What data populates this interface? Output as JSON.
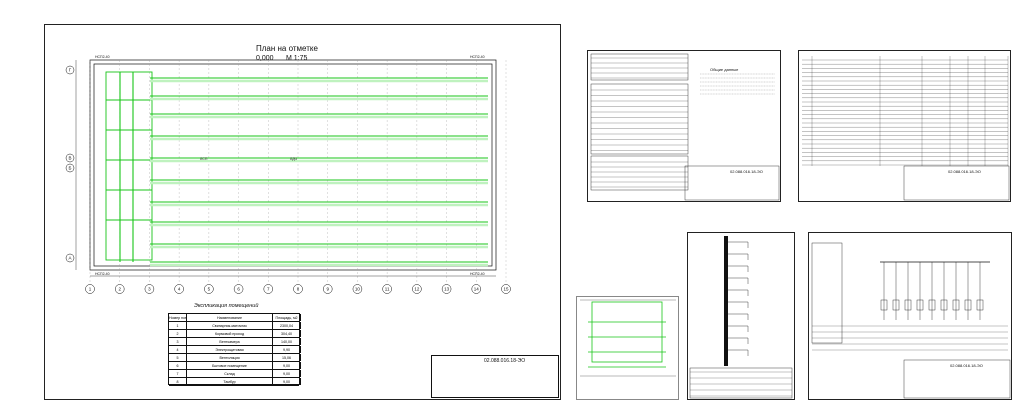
{
  "colors": {
    "plan_green": "#19c519",
    "outline": "#111111",
    "light_green": "#bff2bf",
    "background": "#ffffff"
  },
  "main_sheet": {
    "title_line1": "План на отметке",
    "title_line2": "0,000",
    "scale": "М 1:75",
    "axes_columns": [
      "1",
      "2",
      "3",
      "4",
      "5",
      "6",
      "7",
      "8",
      "9",
      "10",
      "11",
      "12",
      "13",
      "14",
      "15"
    ],
    "axes_rows": [
      "Г",
      "В",
      "Б",
      "А"
    ],
    "explication": {
      "title": "Экспликация помещений",
      "headers": [
        "Номер помещения",
        "Наименование",
        "Площадь, м2"
      ],
      "rows": [
        [
          "1",
          "Свинарник-маточник",
          "2300,04"
        ],
        [
          "2",
          "Кормовой проход",
          "304,40"
        ],
        [
          "3",
          "Венткамера",
          "140,00"
        ],
        [
          "4",
          "Электрощитовая",
          "9,90"
        ],
        [
          "5",
          "Вентиляция",
          "15,06"
        ],
        [
          "6",
          "Бытовое помещение",
          "9,00"
        ],
        [
          "7",
          "Склад",
          "9,00"
        ],
        [
          "8",
          "Тамбур",
          "9,00"
        ]
      ]
    },
    "stamp_code": "02.088.016.18-ЭО"
  },
  "sheet2": {
    "stamp_code": "02.088.016.18-ЭО",
    "notes_title": "Общие данные"
  },
  "sheet3": {
    "stamp_code": "02.088.016.18-ЭО"
  },
  "sheet4": {
    "stamp_code": ""
  },
  "sheet5": {
    "stamp_code": "02.088.016.18-ЭО"
  }
}
